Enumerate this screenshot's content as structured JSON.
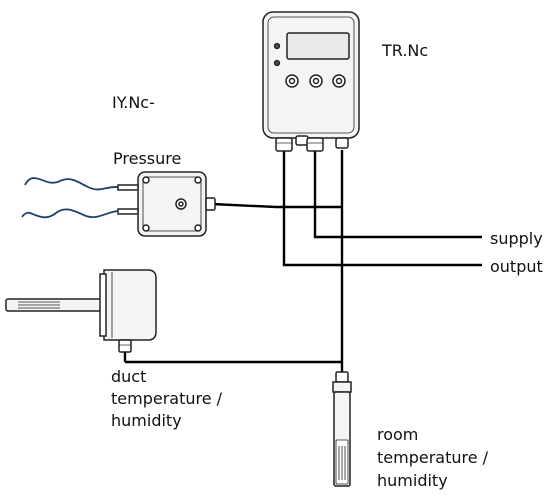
{
  "labels": {
    "controller": "TR.Nc",
    "transmitter_prefix": "IY.Nc-",
    "pressure": "Pressure",
    "supply": "supply",
    "output": "output",
    "duct_line1": "duct",
    "duct_line2": "temperature /",
    "duct_line3": "humidity",
    "room_line1": "room",
    "room_line2": "temperature /",
    "room_line3": "humidity"
  },
  "colors": {
    "stroke": "#222222",
    "wire": "#000000",
    "tube": "#1e3f6b",
    "device_fill": "#f4f4f4",
    "display_fill": "#e9e9e9"
  }
}
